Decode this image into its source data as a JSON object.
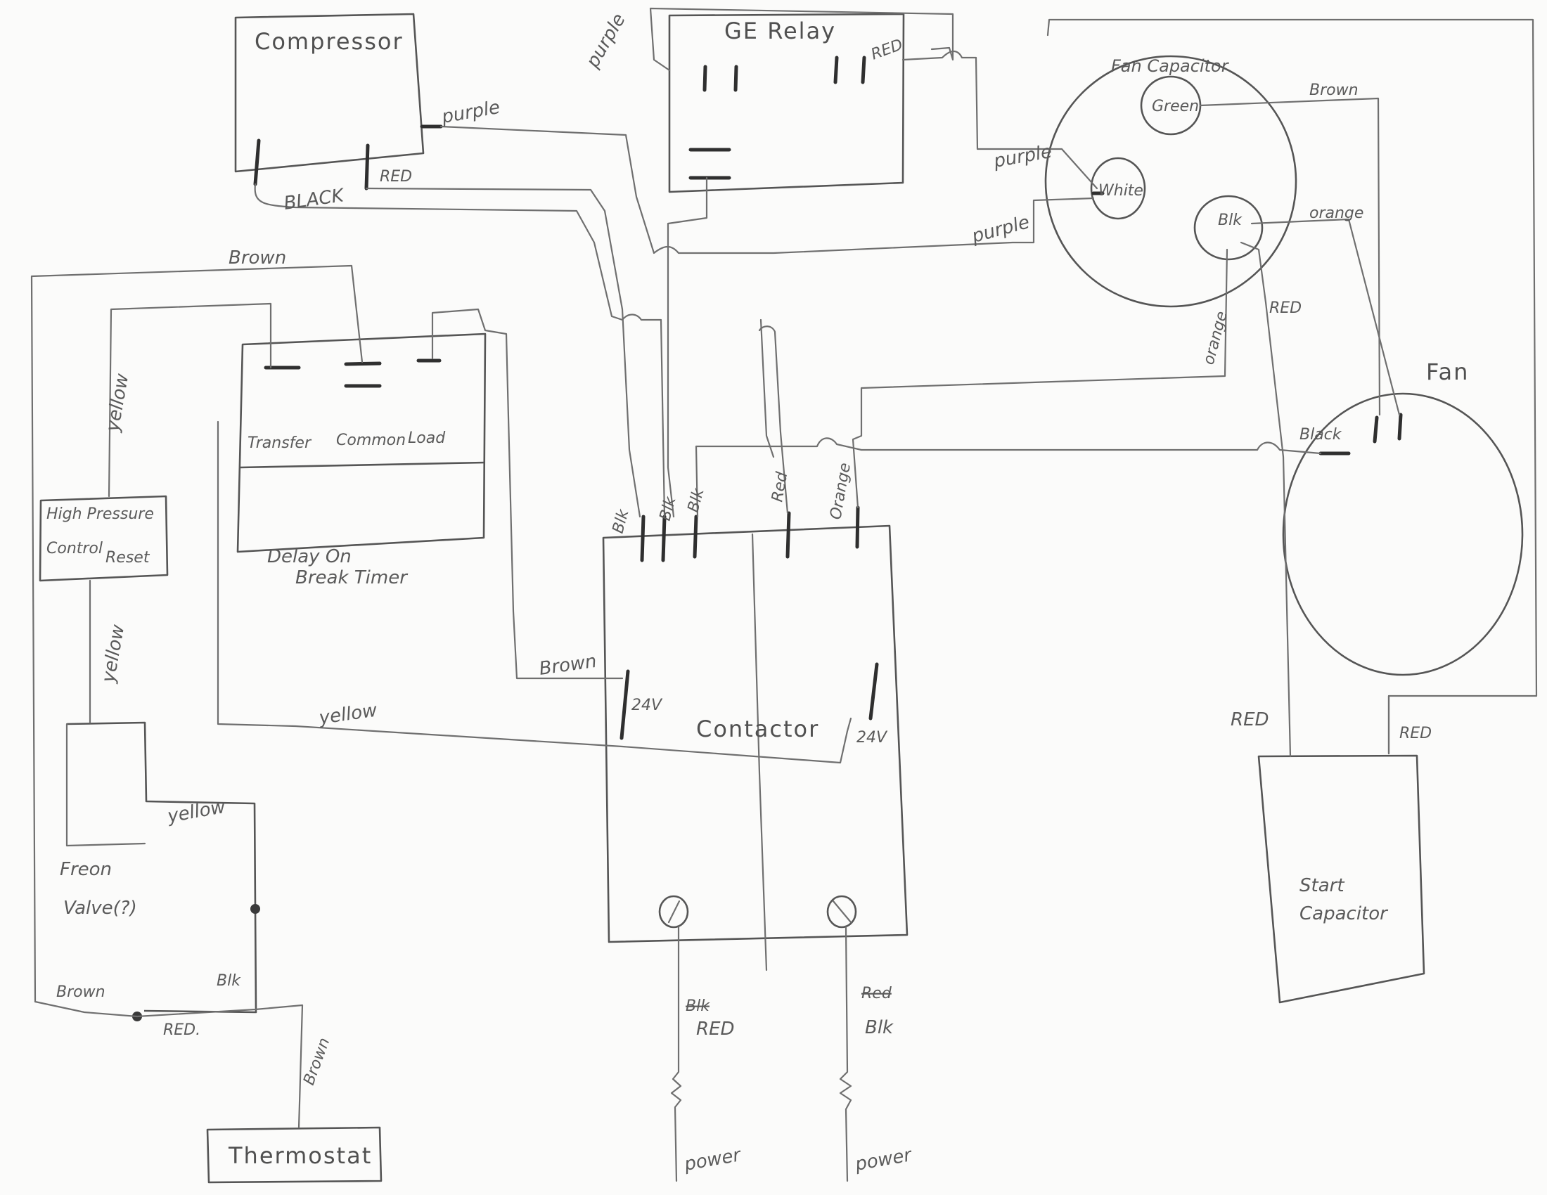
{
  "components": {
    "compressor": "Compressor",
    "ge_relay": "GE Relay",
    "fan_capacitor": "Fan Capacitor",
    "fan_capacitor_green": "Green",
    "fan_capacitor_white": "White",
    "fan_capacitor_blk": "Blk",
    "fan": "Fan",
    "delay_timer_line1": "Delay On",
    "delay_timer_line2": "Break Timer",
    "timer_transfer": "Transfer",
    "timer_common": "Common",
    "timer_load": "Load",
    "high_pressure_line1": "High Pressure",
    "high_pressure_line2": "Control",
    "high_pressure_line3": "Reset",
    "freon_valve_line1": "Freon",
    "freon_valve_line2": "Valve(?)",
    "contactor": "Contactor",
    "contactor_24v_left": "24V",
    "contactor_24v_right": "24V",
    "start_capacitor_line1": "Start",
    "start_capacitor_line2": "Capacitor",
    "thermostat": "Thermostat"
  },
  "wires": {
    "purple_relay_left": "purple",
    "red_relay_right": "RED",
    "purple_compressor": "purple",
    "black_compressor": "BLACK",
    "red_compressor": "RED",
    "purple_cap_white_top": "purple",
    "purple_cap_white_bottom": "purple",
    "brown_cap_green": "Brown",
    "orange_cap_blk": "orange",
    "red_cap_blk_down": "RED",
    "orange_cap_blk_down": "orange",
    "black_fan": "Black",
    "brown_timer_top": "Brown",
    "yellow_left_top": "yellow",
    "yellow_left_mid": "yellow",
    "yellow_timer_bottom": "yellow",
    "yellow_freon": "yellow",
    "brown_contactor": "Brown",
    "blk_contactor_1": "Blk",
    "blk_contactor_2": "Blk",
    "blk_contactor_3": "Blk",
    "red_contactor": "Red",
    "orange_contactor": "Orange",
    "red_start_cap_left": "RED",
    "red_start_cap_right": "RED",
    "brown_freon_left": "Brown",
    "blk_freon": "Blk",
    "red_freon": "RED.",
    "brown_thermostat": "Brown",
    "power_left_struck": "Blk",
    "power_left_color": "RED",
    "power_right_struck": "Red",
    "power_right_color": "Blk",
    "power_left": "power",
    "power_right": "power"
  }
}
